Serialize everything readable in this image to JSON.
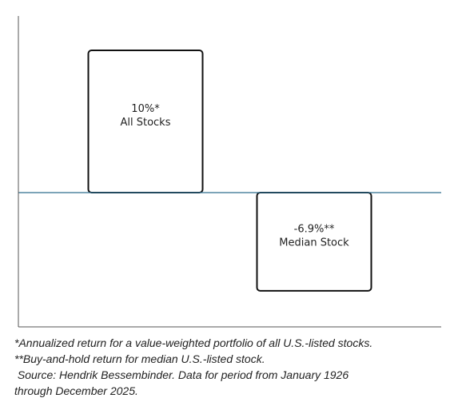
{
  "chart_data": {
    "type": "bar",
    "categories": [
      "All Stocks",
      "Median Stock"
    ],
    "values": [
      10,
      -6.9
    ],
    "value_labels": [
      "10%*",
      "-6.9%**"
    ],
    "title": "",
    "xlabel": "",
    "ylabel": "",
    "ylim": [
      -10,
      11
    ],
    "grid": false,
    "legend": "none",
    "colors": {
      "axis": "#555555",
      "zero_line": "#2e6e8e",
      "bar_fill": "#ffffff",
      "bar_stroke": "#111111"
    }
  },
  "footnotes": [
    "*Annualized return for a value-weighted portfolio of all U.S.-listed stocks.",
    "**Buy-and-hold return for median U.S.-listed stock.",
    " Source: Hendrik Bessembinder. Data for period from January 1926",
    "through December 2025."
  ]
}
